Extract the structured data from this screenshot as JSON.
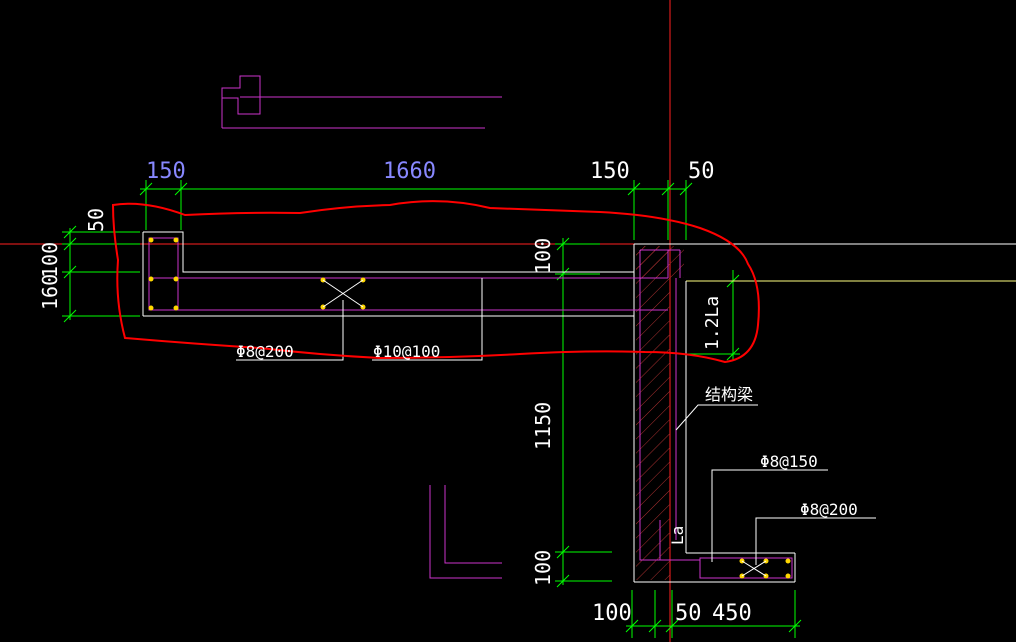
{
  "drawing": {
    "background": "#000000",
    "colors": {
      "green_dim": "#00ff00",
      "white": "#ffffff",
      "magenta": "#cc33cc",
      "red": "#ff0000",
      "blue_text": "#8888ff",
      "yellow": "#ffd700",
      "hatch": "#cc3333"
    },
    "dimensions": {
      "top_150_left": "150",
      "top_1660": "1660",
      "top_150_right": "150",
      "top_50": "50",
      "left_50": "50",
      "left_160": "160",
      "left_100": "100",
      "mid_100_top": "100",
      "mid_1150": "1150",
      "mid_100_bottom": "100",
      "bottom_100": "100",
      "bottom_50": "50",
      "bottom_450": "450",
      "right_12la": "1.2La",
      "la": "La"
    },
    "labels": {
      "rebar_1": "Φ8@200",
      "rebar_2": "Φ10@100",
      "structural_beam": "结构梁",
      "rebar_3": "Φ8@150",
      "rebar_4": "Φ8@200"
    }
  }
}
